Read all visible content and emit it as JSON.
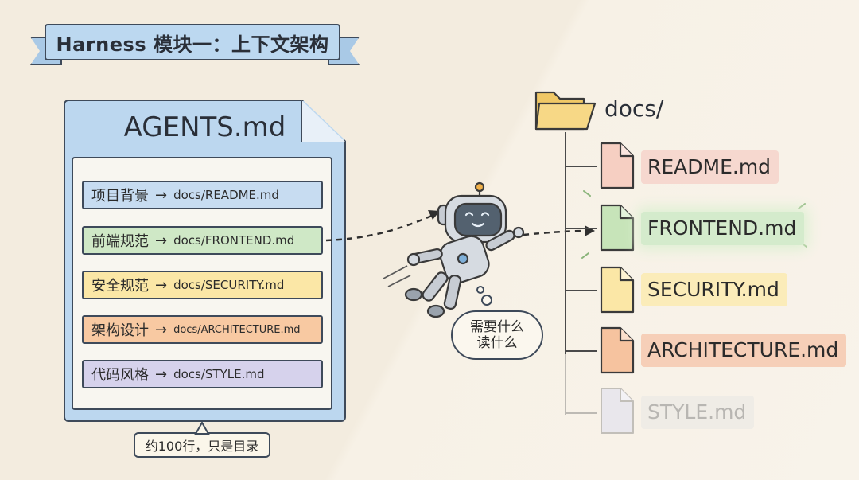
{
  "title": "Harness 模块一：上下文架构",
  "agents_file": {
    "name": "AGENTS.md",
    "entries": [
      {
        "label": "项目背景",
        "arrow": "→",
        "path": "docs/README.md"
      },
      {
        "label": "前端规范",
        "arrow": "→",
        "path": "docs/FRONTEND.md"
      },
      {
        "label": "安全规范",
        "arrow": "→",
        "path": "docs/SECURITY.md"
      },
      {
        "label": "架构设计",
        "arrow": "→",
        "path": "docs/ARCHITECTURE.md"
      },
      {
        "label": "代码风格",
        "arrow": "→",
        "path": "docs/STYLE.md"
      }
    ],
    "note": "约100行，只是目录"
  },
  "robot": {
    "thought_line1": "需要什么",
    "thought_line2": "读什么"
  },
  "folder": {
    "name": "docs/",
    "files": [
      "README.md",
      "FRONTEND.md",
      "SECURITY.md",
      "ARCHITECTURE.md",
      "STYLE.md"
    ]
  },
  "colors": {
    "readme": "#f6d8cf",
    "frontend": "#d4ebcc",
    "security": "#fbecb9",
    "architecture": "#f6cfb8",
    "style": "#efece6",
    "banner": "#bcd8f0"
  }
}
